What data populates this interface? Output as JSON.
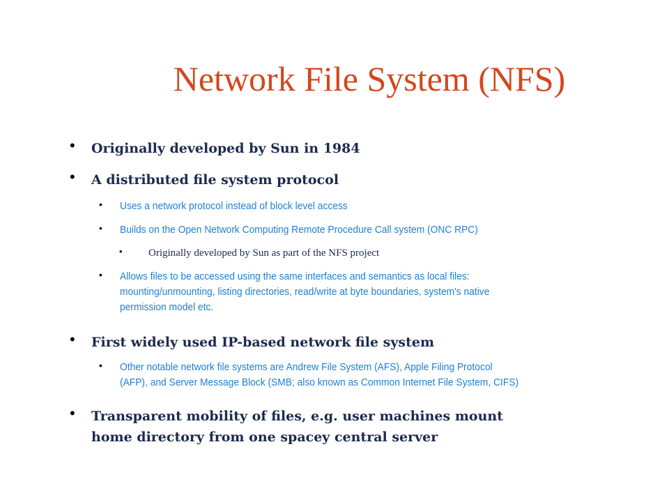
{
  "slide": {
    "title": "Network File System (NFS)",
    "items": [
      {
        "level": 1,
        "lines": [
          "Originally developed by Sun in 1984"
        ]
      },
      {
        "level": 1,
        "lines": [
          "A distributed file system protocol"
        ]
      },
      {
        "level": 2,
        "lines": [
          "Uses a network protocol instead of block level access"
        ]
      },
      {
        "level": 2,
        "lines": [
          "Builds on the Open Network Computing Remote Procedure Call system (ONC RPC)"
        ]
      },
      {
        "level": 3,
        "lines": [
          "Originally developed by Sun as part of the NFS project"
        ]
      },
      {
        "level": 2,
        "lines": [
          "Allows files to be accessed using the same interfaces and semantics as local files:",
          "mounting/unmounting, listing directories, read/write at byte boundaries, system's native",
          "permission model etc."
        ]
      },
      {
        "level": 1,
        "lines": [
          "First widely used IP-based network file system"
        ]
      },
      {
        "level": 2,
        "lines": [
          "Other notable network file systems are Andrew File System (AFS), Apple Filing Protocol",
          "(AFP), and Server Message Block (SMB; also known as Common Internet File System, CIFS)"
        ]
      },
      {
        "level": 1,
        "lines": [
          "Transparent mobility of files, e.g. user machines mount",
          "home directory from one spacey central server"
        ]
      }
    ],
    "bullet_char": "•"
  }
}
